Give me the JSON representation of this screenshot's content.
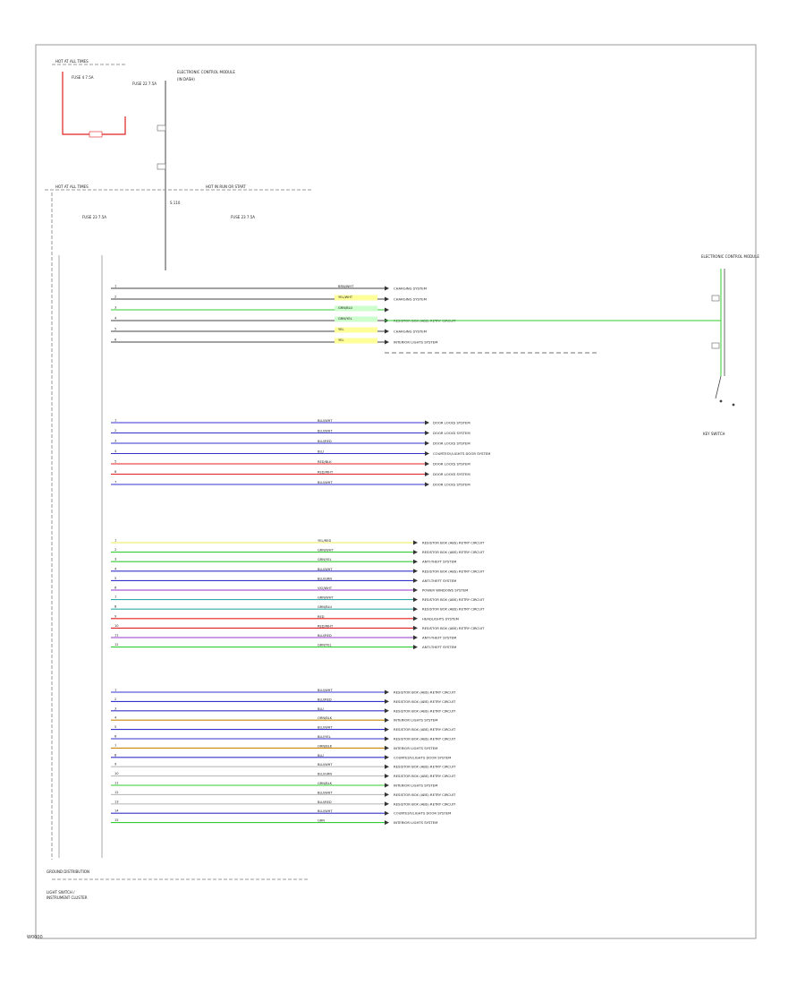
{
  "colors": {
    "frame": "#9a9a9a",
    "wire_black": "#444444",
    "wire_red": "#e02020",
    "wire_green": "#33cc33",
    "wire_blue": "#3333cc",
    "wire_yellow": "#eeee55",
    "wire_gray": "#bbbbbb",
    "wire_orange": "#cc8800",
    "wire_violet": "#9933cc",
    "wire_teal": "#33aaaa",
    "highlight_yellow": "#ffff99",
    "highlight_green": "#ccffcc"
  },
  "header": {
    "hot_at_all_times": "HOT AT ALL TIMES",
    "hot_at_all_times_2": "HOT AT ALL TIMES",
    "hot_in_run_or_start": "HOT IN RUN OR START",
    "fuse_a": "FUSE 4 7.5A",
    "fuse_b": "FUSE 22 7.5A",
    "fuse_c": "FUSE 23 7.5A",
    "splice": "S 110",
    "ground_note": "GROUND DISTRIBUTION",
    "module_title": "ELECTRONIC CONTROL MODULE",
    "module_sub": "(IN DASH)",
    "key_switch": "KEY SWITCH",
    "bottom_label_1": "LIGHT SWITCH /",
    "bottom_label_2": "INSTRUMENT CLUSTER",
    "code": "W0000"
  },
  "groups": [
    {
      "id": "g1",
      "wires": [
        {
          "pin": "1",
          "label": "BRN/WHT",
          "color": "#444444",
          "dest": "CHARGING SYSTEM",
          "hl": ""
        },
        {
          "pin": "2",
          "label": "YEL/WHT",
          "color": "#444444",
          "dest": "CHARGING SYSTEM",
          "hl": "#ffff99"
        },
        {
          "pin": "3",
          "label": "GRN/BLU",
          "color": "#33cc33",
          "dest": "",
          "hl": "#ccffcc"
        },
        {
          "pin": "4",
          "label": "GRN/YEL",
          "color": "#444444",
          "dest": "RESISTOR BOX (ABS) RETRY CIRCUIT",
          "hl": "#ccffcc"
        },
        {
          "pin": "5",
          "label": "YEL",
          "color": "#444444",
          "dest": "CHARGING SYSTEM",
          "hl": "#ffff99"
        },
        {
          "pin": "6",
          "label": "YEL",
          "color": "#444444",
          "dest": "INTERIOR LIGHTS SYSTEM",
          "hl": "#ffff99"
        }
      ]
    },
    {
      "id": "g2",
      "wires": [
        {
          "pin": "1",
          "label": "BLU/WHT",
          "color": "#3333cc",
          "dest": "DOOR LOCKS SYSTEM",
          "hl": ""
        },
        {
          "pin": "2",
          "label": "BLU/WHT",
          "color": "#3333cc",
          "dest": "DOOR LOCKS SYSTEM",
          "hl": ""
        },
        {
          "pin": "3",
          "label": "BLU/RED",
          "color": "#3333cc",
          "dest": "DOOR LOCKS SYSTEM",
          "hl": ""
        },
        {
          "pin": "4",
          "label": "BLU",
          "color": "#3333cc",
          "dest": "COURTESY/LIGHTS DOOR SYSTEM",
          "hl": ""
        },
        {
          "pin": "5",
          "label": "RED/BLK",
          "color": "#e02020",
          "dest": "DOOR LOCKS SYSTEM",
          "hl": ""
        },
        {
          "pin": "6",
          "label": "RED/WHT",
          "color": "#e02020",
          "dest": "DOOR LOCKS SYSTEM",
          "hl": ""
        },
        {
          "pin": "7",
          "label": "BLU/WHT",
          "color": "#3333cc",
          "dest": "DOOR LOCKS SYSTEM",
          "hl": ""
        }
      ]
    },
    {
      "id": "g3",
      "wires": [
        {
          "pin": "1",
          "label": "YEL/RED",
          "color": "#eeee55",
          "dest": "RESISTOR BOX (ABS) RETRY CIRCUIT",
          "hl": ""
        },
        {
          "pin": "2",
          "label": "GRN/WHT",
          "color": "#33cc33",
          "dest": "RESISTOR BOX (ABS) RETRY CIRCUIT",
          "hl": ""
        },
        {
          "pin": "3",
          "label": "GRN/YEL",
          "color": "#33cc33",
          "dest": "ANTI-THEFT SYSTEM",
          "hl": ""
        },
        {
          "pin": "4",
          "label": "BLU/WHT",
          "color": "#3333cc",
          "dest": "RESISTOR BOX (ABS) RETRY CIRCUIT",
          "hl": ""
        },
        {
          "pin": "5",
          "label": "BLU/GRN",
          "color": "#3333cc",
          "dest": "ANTI-THEFT SYSTEM",
          "hl": ""
        },
        {
          "pin": "6",
          "label": "VIO/WHT",
          "color": "#9933cc",
          "dest": "POWER WINDOWS SYSTEM",
          "hl": ""
        },
        {
          "pin": "7",
          "label": "GRN/WHT",
          "color": "#33aaaa",
          "dest": "RESISTOR BOX (ABS) RETRY CIRCUIT",
          "hl": ""
        },
        {
          "pin": "8",
          "label": "GRN/BLU",
          "color": "#33aaaa",
          "dest": "RESISTOR BOX (ABS) RETRY CIRCUIT",
          "hl": ""
        },
        {
          "pin": "9",
          "label": "RED",
          "color": "#e02020",
          "dest": "HEADLIGHTS SYSTEM",
          "hl": ""
        },
        {
          "pin": "10",
          "label": "RED/WHT",
          "color": "#e02020",
          "dest": "RESISTOR BOX (ABS) RETRY CIRCUIT",
          "hl": ""
        },
        {
          "pin": "11",
          "label": "BLU/RED",
          "color": "#9933cc",
          "dest": "ANTI-THEFT SYSTEM",
          "hl": ""
        },
        {
          "pin": "12",
          "label": "GRN/YEL",
          "color": "#33cc33",
          "dest": "ANTI-THEFT SYSTEM",
          "hl": ""
        }
      ]
    },
    {
      "id": "g4",
      "wires": [
        {
          "pin": "1",
          "label": "BLU/WHT",
          "color": "#3333cc",
          "dest": "RESISTOR BOX (ABS) RETRY CIRCUIT",
          "hl": ""
        },
        {
          "pin": "2",
          "label": "BLU/RED",
          "color": "#3333cc",
          "dest": "RESISTOR BOX (ABS) RETRY CIRCUIT",
          "hl": ""
        },
        {
          "pin": "3",
          "label": "BLU",
          "color": "#3333cc",
          "dest": "RESISTOR BOX (ABS) RETRY CIRCUIT",
          "hl": ""
        },
        {
          "pin": "4",
          "label": "ORN/BLK",
          "color": "#cc8800",
          "dest": "INTERIOR LIGHTS SYSTEM",
          "hl": ""
        },
        {
          "pin": "5",
          "label": "BLU/WHT",
          "color": "#3333cc",
          "dest": "RESISTOR BOX (ABS) RETRY CIRCUIT",
          "hl": ""
        },
        {
          "pin": "6",
          "label": "BLU/YEL",
          "color": "#3333cc",
          "dest": "RESISTOR BOX (ABS) RETRY CIRCUIT",
          "hl": ""
        },
        {
          "pin": "7",
          "label": "ORN/BLK",
          "color": "#cc8800",
          "dest": "INTERIOR LIGHTS SYSTEM",
          "hl": ""
        },
        {
          "pin": "8",
          "label": "BLU",
          "color": "#3333cc",
          "dest": "COURTESY/LIGHTS DOOR SYSTEM",
          "hl": ""
        },
        {
          "pin": "9",
          "label": "BLU/WHT",
          "color": "#bbbbbb",
          "dest": "RESISTOR BOX (ABS) RETRY CIRCUIT",
          "hl": ""
        },
        {
          "pin": "10",
          "label": "BLU/GRN",
          "color": "#bbbbbb",
          "dest": "RESISTOR BOX (ABS) RETRY CIRCUIT",
          "hl": ""
        },
        {
          "pin": "11",
          "label": "GRN/BLK",
          "color": "#33cc33",
          "dest": "INTERIOR LIGHTS SYSTEM",
          "hl": ""
        },
        {
          "pin": "12",
          "label": "BLU/WHT",
          "color": "#bbbbbb",
          "dest": "RESISTOR BOX (ABS) RETRY CIRCUIT",
          "hl": ""
        },
        {
          "pin": "13",
          "label": "BLU/RED",
          "color": "#bbbbbb",
          "dest": "RESISTOR BOX (ABS) RETRY CIRCUIT",
          "hl": ""
        },
        {
          "pin": "14",
          "label": "BLU/WHT",
          "color": "#3333cc",
          "dest": "COURTESY/LIGHTS DOOR SYSTEM",
          "hl": ""
        },
        {
          "pin": "15",
          "label": "GRN",
          "color": "#33cc33",
          "dest": "INTERIOR LIGHTS SYSTEM",
          "hl": ""
        }
      ]
    }
  ]
}
